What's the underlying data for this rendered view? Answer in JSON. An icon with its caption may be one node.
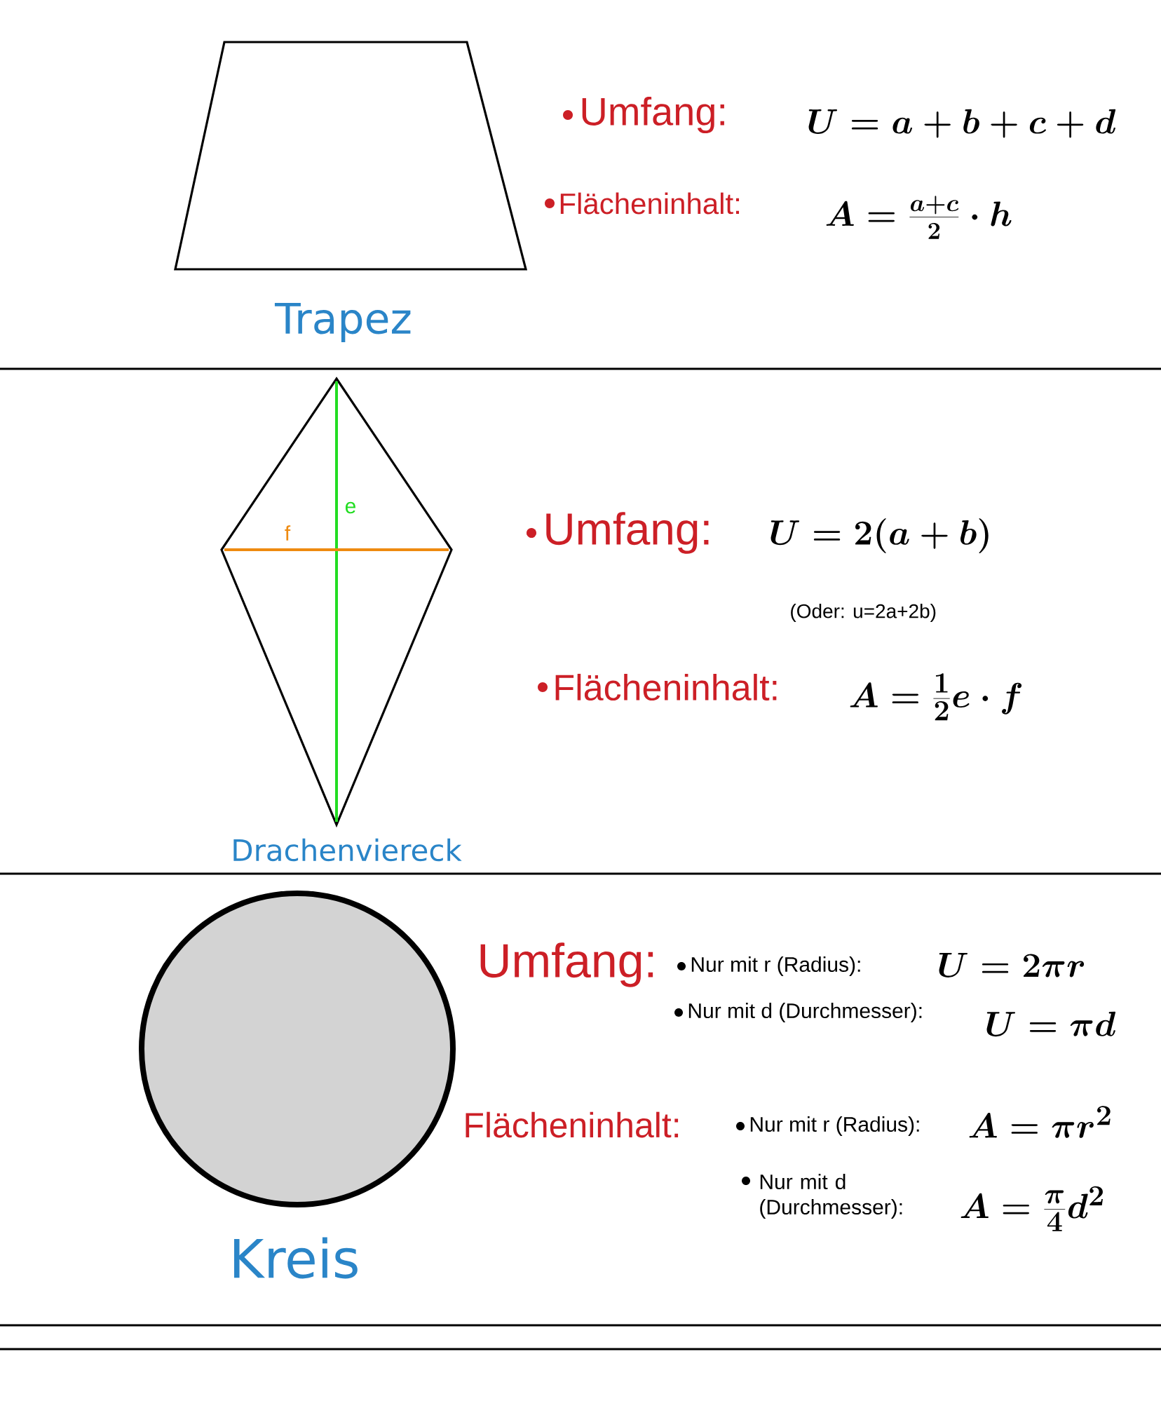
{
  "diagram": {
    "nodes": [
      {
        "text": [],
        "shape": "trapezoid",
        "beside": [
          "Trapez"
        ]
      },
      {
        "text": [
          "e",
          "f"
        ],
        "beside": [
          "Drachenviereck"
        ]
      },
      {
        "text": [],
        "shape": "circle",
        "beside": [
          "Kreis"
        ]
      }
    ],
    "labels": [
      "Umfang:",
      "U=a+b+c+d",
      "Flächeninhalt:",
      "A=\\frac{a+c}{2}\\cdot h",
      "Umfang:",
      "U=2(a+b)",
      "(Oder: u=2a+2b)",
      "Flächeninhalt:",
      "A=\\frac{1}{2}e\\cdot f",
      "Umfang:",
      "Nur mit r (Radius):",
      "U=2\\pi r",
      "Nur mit d (Durchmesser):",
      "U=\\pi d",
      "Flächeninhalt:",
      "Nur mit r (Radius):",
      "A=\\pi r^2",
      "Nur mit d (Durchmesser):",
      "A=\\frac{\\pi}{4}d^2"
    ]
  }
}
